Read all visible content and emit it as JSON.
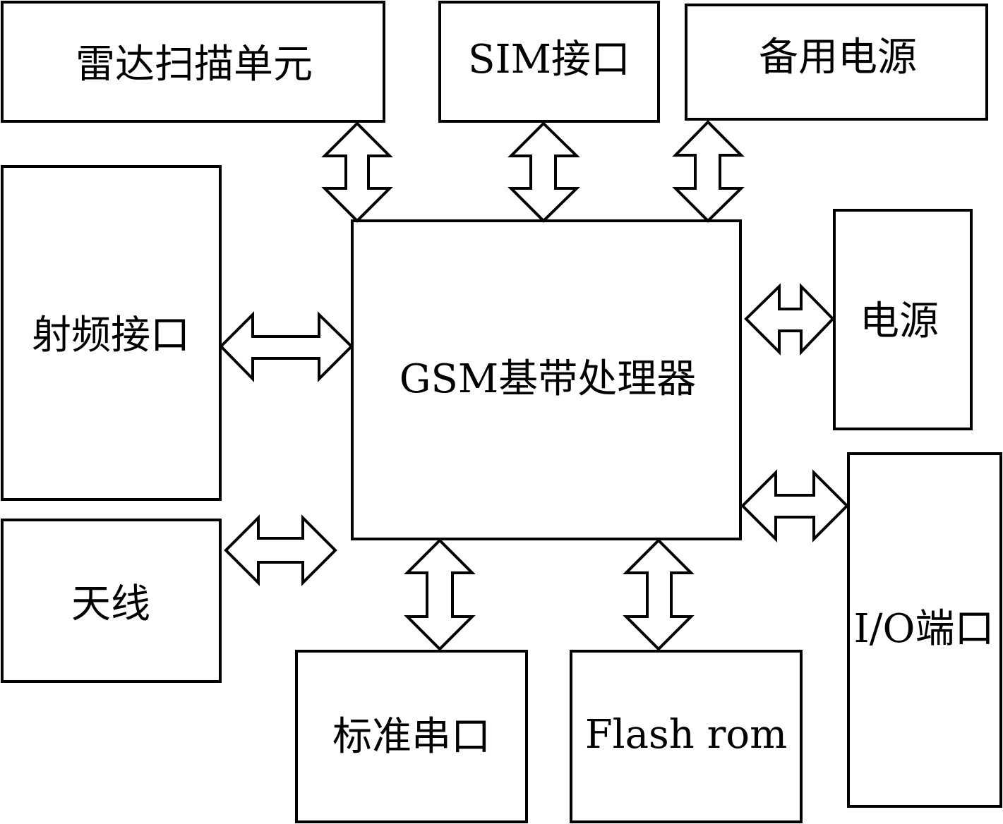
{
  "diagram": {
    "title": "",
    "colors": {
      "stroke": "#000000",
      "fill": "#ffffff",
      "text": "#000000"
    },
    "blocks": {
      "radar": "雷达扫描单元",
      "sim": "SIM接口",
      "backup_power": "备用电源",
      "rf": "射频接口",
      "processor": "GSM基带处理器",
      "power": "电源",
      "antenna": "天线",
      "io": "I/O端口",
      "serial": "标准串口",
      "flash": "Flash rom"
    },
    "connections": [
      {
        "from": "radar",
        "to": "processor",
        "type": "bidirectional"
      },
      {
        "from": "sim",
        "to": "processor",
        "type": "bidirectional"
      },
      {
        "from": "backup_power",
        "to": "processor",
        "type": "bidirectional"
      },
      {
        "from": "rf",
        "to": "processor",
        "type": "bidirectional"
      },
      {
        "from": "power",
        "to": "processor",
        "type": "bidirectional"
      },
      {
        "from": "io",
        "to": "processor",
        "type": "bidirectional"
      },
      {
        "from": "antenna",
        "to": "processor",
        "type": "bidirectional"
      },
      {
        "from": "serial",
        "to": "processor",
        "type": "bidirectional"
      },
      {
        "from": "flash",
        "to": "processor",
        "type": "bidirectional"
      }
    ]
  }
}
